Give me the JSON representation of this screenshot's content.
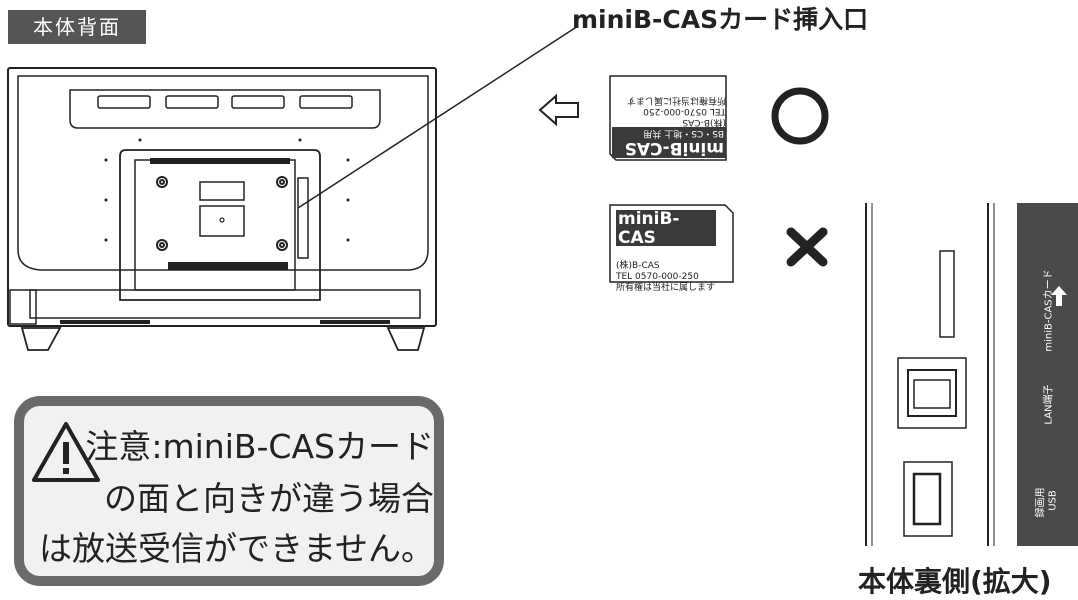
{
  "rear_tag": "本体背面",
  "slot_callout": "miniB-CASカード挿入口",
  "card": {
    "brand": "miniB-CAS",
    "networks": "BS・CS・地上 共用",
    "company": "(株)B-CAS",
    "tel": "TEL 0570-000-250",
    "ownership": "所有権は当社に属します"
  },
  "correct_mark": "○",
  "wrong_mark": "✕",
  "notice": {
    "line1": "注意:miniB-CASカード",
    "line2": "の面と向きが違う場合",
    "line3": "は放送受信ができません。"
  },
  "enlarged_panel": {
    "caption": "本体裏側(拡大)",
    "label_card": "miniB-CASカード",
    "label_lan": "LAN端子",
    "label_usb_1": "録画用",
    "label_usb_2": "USB"
  },
  "icons": {
    "warning": "warning-triangle-icon",
    "arrow": "arrow-left-icon",
    "insert_direction": "arrow-up-icon"
  }
}
